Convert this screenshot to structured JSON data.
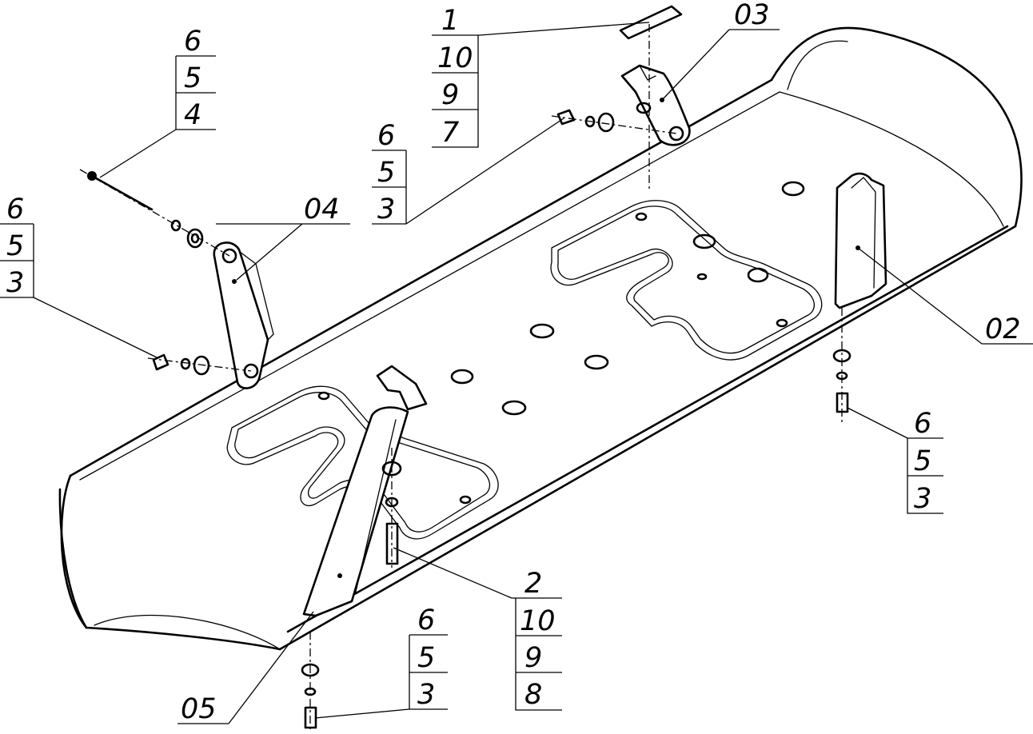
{
  "callouts": {
    "top_left_stack": [
      "6",
      "5",
      "4"
    ],
    "left_stack": [
      "6",
      "5",
      "3"
    ],
    "mid_stack": [
      "6",
      "5",
      "3"
    ],
    "top_center_stack": [
      "1",
      "10",
      "9",
      "7"
    ],
    "right_stack": [
      "6",
      "5",
      "3"
    ],
    "bottom_mid_stack": [
      "2",
      "10",
      "9",
      "8"
    ],
    "bottom_left_stack": [
      "6",
      "5",
      "3"
    ]
  },
  "part_labels": {
    "bracket_03": "03",
    "bracket_04": "04",
    "bracket_02": "02",
    "bracket_05": "05"
  }
}
